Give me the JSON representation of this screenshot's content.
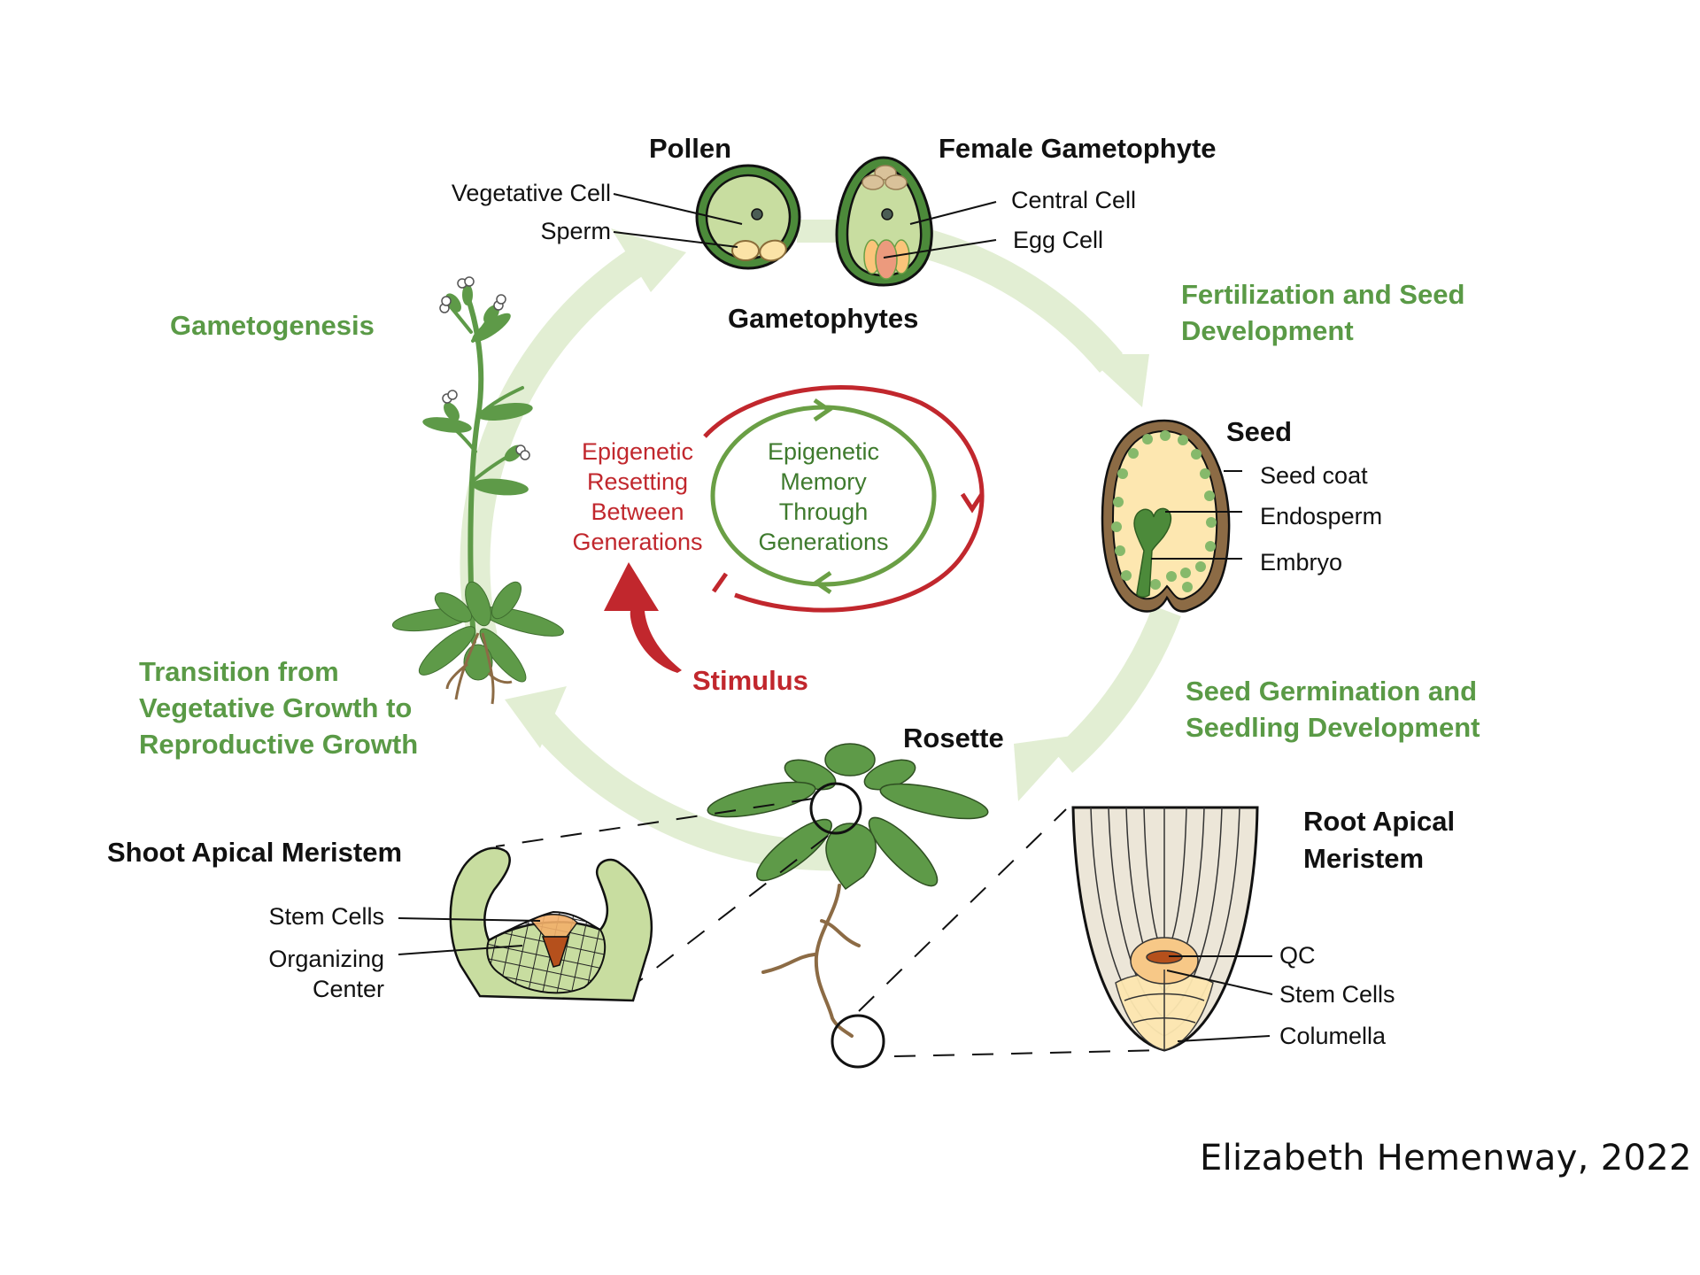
{
  "title_labels": {
    "pollen": "Pollen",
    "female_gametophyte": "Female Gametophyte",
    "gametophytes": "Gametophytes",
    "seed": "Seed",
    "rosette": "Rosette",
    "shoot_apical_meristem": "Shoot Apical Meristem",
    "root_apical_meristem_line1": "Root Apical",
    "root_apical_meristem_line2": "Meristem"
  },
  "part_labels": {
    "vegetative_cell": "Vegetative Cell",
    "sperm": "Sperm",
    "central_cell": "Central Cell",
    "egg_cell": "Egg Cell",
    "seed_coat": "Seed coat",
    "endosperm": "Endosperm",
    "embryo": "Embryo",
    "sam_stem_cells": "Stem Cells",
    "organizing_center_line1": "Organizing",
    "organizing_center_line2": "Center",
    "qc": "QC",
    "ram_stem_cells": "Stem Cells",
    "columella": "Columella"
  },
  "stages": {
    "gametogenesis": "Gametogenesis",
    "fertilization": [
      "Fertilization and Seed",
      "Development"
    ],
    "germination": [
      "Seed Germination and",
      "Seedling Development"
    ],
    "transition": [
      "Transition from",
      "Vegetative Growth to",
      "Reproductive Growth"
    ]
  },
  "center": {
    "resetting": [
      "Epigenetic",
      "Resetting",
      "Between",
      "Generations"
    ],
    "memory": [
      "Epigenetic",
      "Memory",
      "Through",
      "Generations"
    ],
    "stimulus": "Stimulus"
  },
  "credit": "Elizabeth Hemenway, 2022",
  "colors": {
    "cycle_arrow": "#e2eed3",
    "stage_text": "#5a9a46",
    "plant_green": "#5e9a48",
    "cell_fill": "#c8dda0",
    "cell_wall": "#4c8a3a",
    "epigenetic_red": "#c1272d",
    "memory_green": "#6a9f45",
    "seed_coat": "#8c6b45",
    "endosperm": "#fde7b0",
    "root_brown": "#8c6b45"
  }
}
